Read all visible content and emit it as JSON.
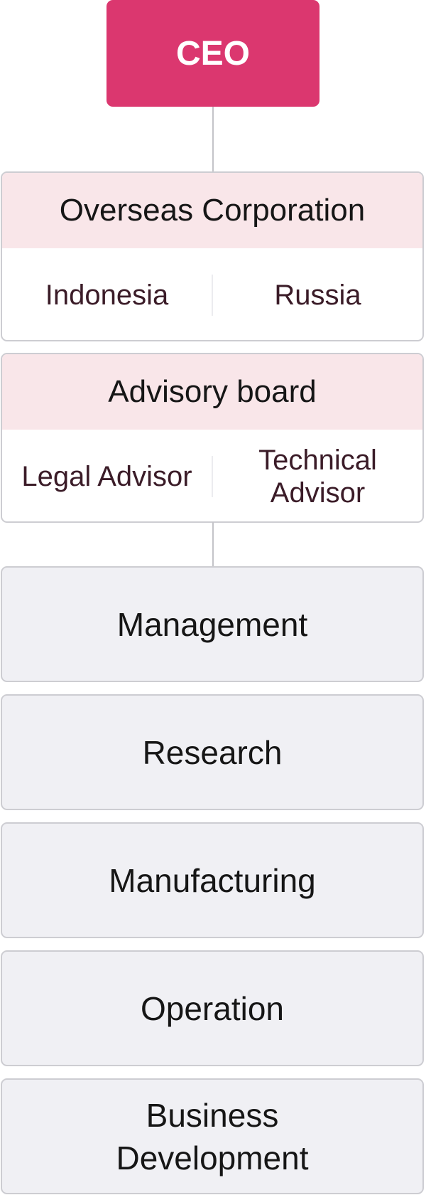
{
  "ceo": {
    "label": "CEO"
  },
  "overseas": {
    "title": "Overseas Corporation",
    "items": [
      "Indonesia",
      "Russia"
    ]
  },
  "advisory": {
    "title": "Advisory board",
    "items": [
      "Legal Advisor",
      "Technical Advisor"
    ]
  },
  "departments": [
    "Management",
    "Research",
    "Manufacturing",
    "Operation",
    "Business Development"
  ],
  "colors": {
    "ceo_fill": "#db376f",
    "group_header_fill": "#f9e6e9",
    "department_fill": "#f0f0f4",
    "border": "#cdcdd2",
    "connector": "#c4c4c8"
  }
}
